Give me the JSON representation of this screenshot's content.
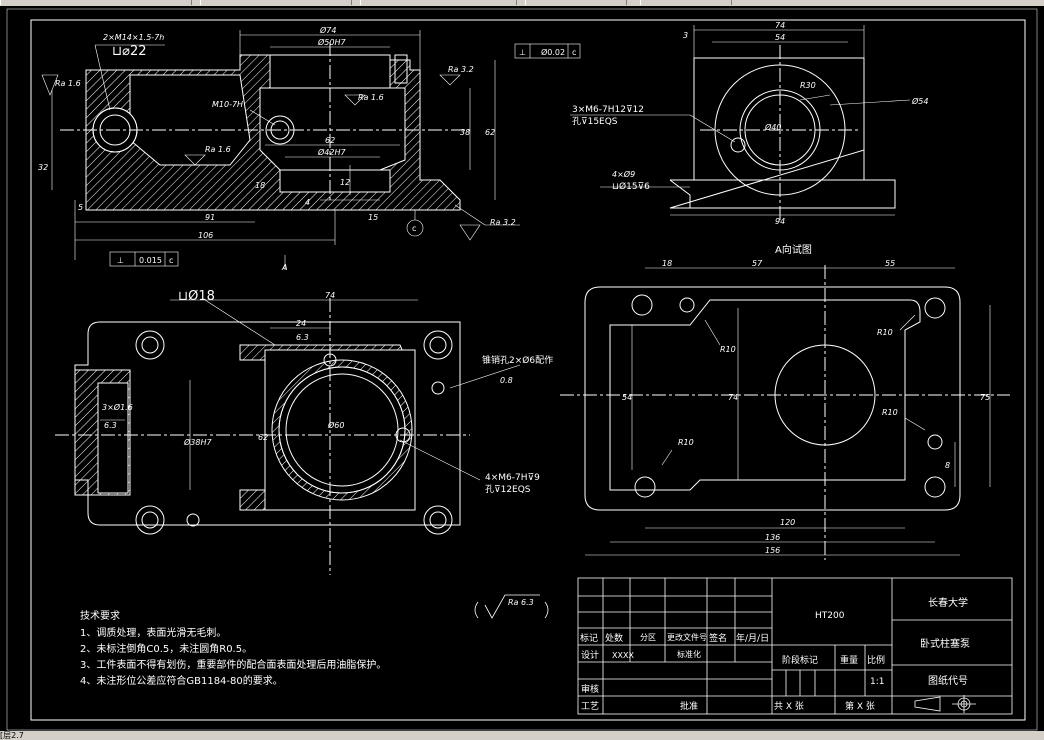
{
  "status_bar": {
    "text": "[层2.7"
  },
  "drawing": {
    "section_view": {
      "dims": {
        "thread_note": "2×M14×1.5-7h",
        "flat": "⊔⌀22",
        "phi74": "Ø74",
        "phi50": "Ø50H7",
        "m10": "M10-7H",
        "d62": "62",
        "phi42": "Ø42H7",
        "d38": "38",
        "d62v": "62",
        "d32": "32",
        "d12": "12",
        "d18": "18",
        "d4": "4",
        "d5": "5",
        "d91": "91",
        "d106": "106",
        "d15": "15",
        "ra16a": "Ra 1.6",
        "ra16b": "Ra 1.6",
        "ra16c": "Ra 1.6",
        "ra32a": "Ra 3.2",
        "ra32b": "Ra 3.2",
        "arrow_a": "A",
        "perp": "⊥",
        "tol1": "Ø0.02",
        "tol1_ref": "c",
        "tol2": "0.015",
        "tol2_ref": "c",
        "datum": "c"
      }
    },
    "side_view": {
      "dims": {
        "d74": "74",
        "d54": "54",
        "d3": "3",
        "r30": "R30",
        "phi54": "Ø54",
        "phi40": "Ø40",
        "threads": "3×M6-7H12⊽12",
        "hole": "孔⊽15EQS",
        "holes4": "4×Ø9",
        "cbore": "⊔Ø15⊽6",
        "d94": "94"
      }
    },
    "top_view": {
      "dims": {
        "flat18": "⊔Ø18",
        "d74": "74",
        "d24": "24",
        "d63": "6.3",
        "note_hole": "锥销孔2×Ø6配作",
        "ra08": "0.8",
        "thread3": "3×Ø1.6",
        "d63b": "6.3",
        "phi38": "Ø38H7",
        "d62": "62",
        "phi60": "Ø60",
        "threads4": "4×M6-7H⊽9",
        "hole4": "孔⊽12EQS"
      }
    },
    "a_view": {
      "title": "A向试图",
      "dims": {
        "d18": "18",
        "d57": "57",
        "d55": "55",
        "r10a": "R10",
        "r10b": "R10",
        "r10c": "R10",
        "r10d": "R10",
        "d54": "54",
        "d74": "74",
        "d75": "75",
        "d8": "8",
        "d120": "120",
        "d136": "136",
        "d156": "156"
      }
    },
    "roughness_general": "Ra 6.3",
    "tech_requirements": {
      "title": "技术要求",
      "items": [
        "1、调质处理，表面光滑无毛刺。",
        "2、未标注倒角C0.5，未注圆角R0.5。",
        "3、工件表面不得有划伤，重要部件的配合面表面处理后用油脂保护。",
        "4、未注形位公差应符合GB1184-80的要求。"
      ]
    },
    "title_block": {
      "material": "HT200",
      "school": "长春大学",
      "part_name": "卧式柱塞泵",
      "drawing_no": "图纸代号",
      "scale": "1:1",
      "stage_label": "阶段标记",
      "weight_label": "重量",
      "scale_label": "比例",
      "mark": "标记",
      "count": "处数",
      "zone": "分区",
      "change_doc": "更改文件号",
      "sign": "签名",
      "date": "年/月/日",
      "design": "设计",
      "designer": "XXXX",
      "standard": "标准化",
      "review": "审核",
      "process": "工艺",
      "approve": "批准",
      "total_sheets": "共 X 张",
      "sheet_no": "第 X 张"
    }
  }
}
